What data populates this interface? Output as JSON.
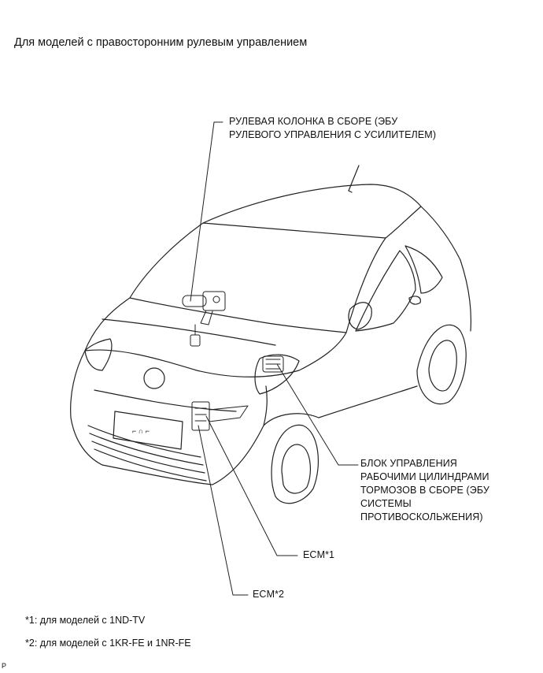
{
  "title": "Для моделей с правосторонним рулевым управлением",
  "callouts": {
    "steering_column": "РУЛЕВАЯ КОЛОНКА В СБОРЕ (ЭБУ\nРУЛЕВОГО УПРАВЛЕНИЯ С УСИЛИТЕЛЕМ)",
    "brake_actuator": "БЛОК УПРАВЛЕНИЯ\nРАБОЧИМИ ЦИЛИНДРАМИ\nТОРМОЗОВ В СБОРЕ (ЭБУ\nСИСТЕМЫ\nПРОТИВОСКОЛЬЖЕНИЯ)",
    "ecm1": "ECM*1",
    "ecm2": "ECM*2"
  },
  "footnotes": {
    "note1": "*1: для моделей с 1ND-TV",
    "note2": "*2: для моделей с 1KR-FE и 1NR-FE"
  },
  "corner_mark": "P"
}
